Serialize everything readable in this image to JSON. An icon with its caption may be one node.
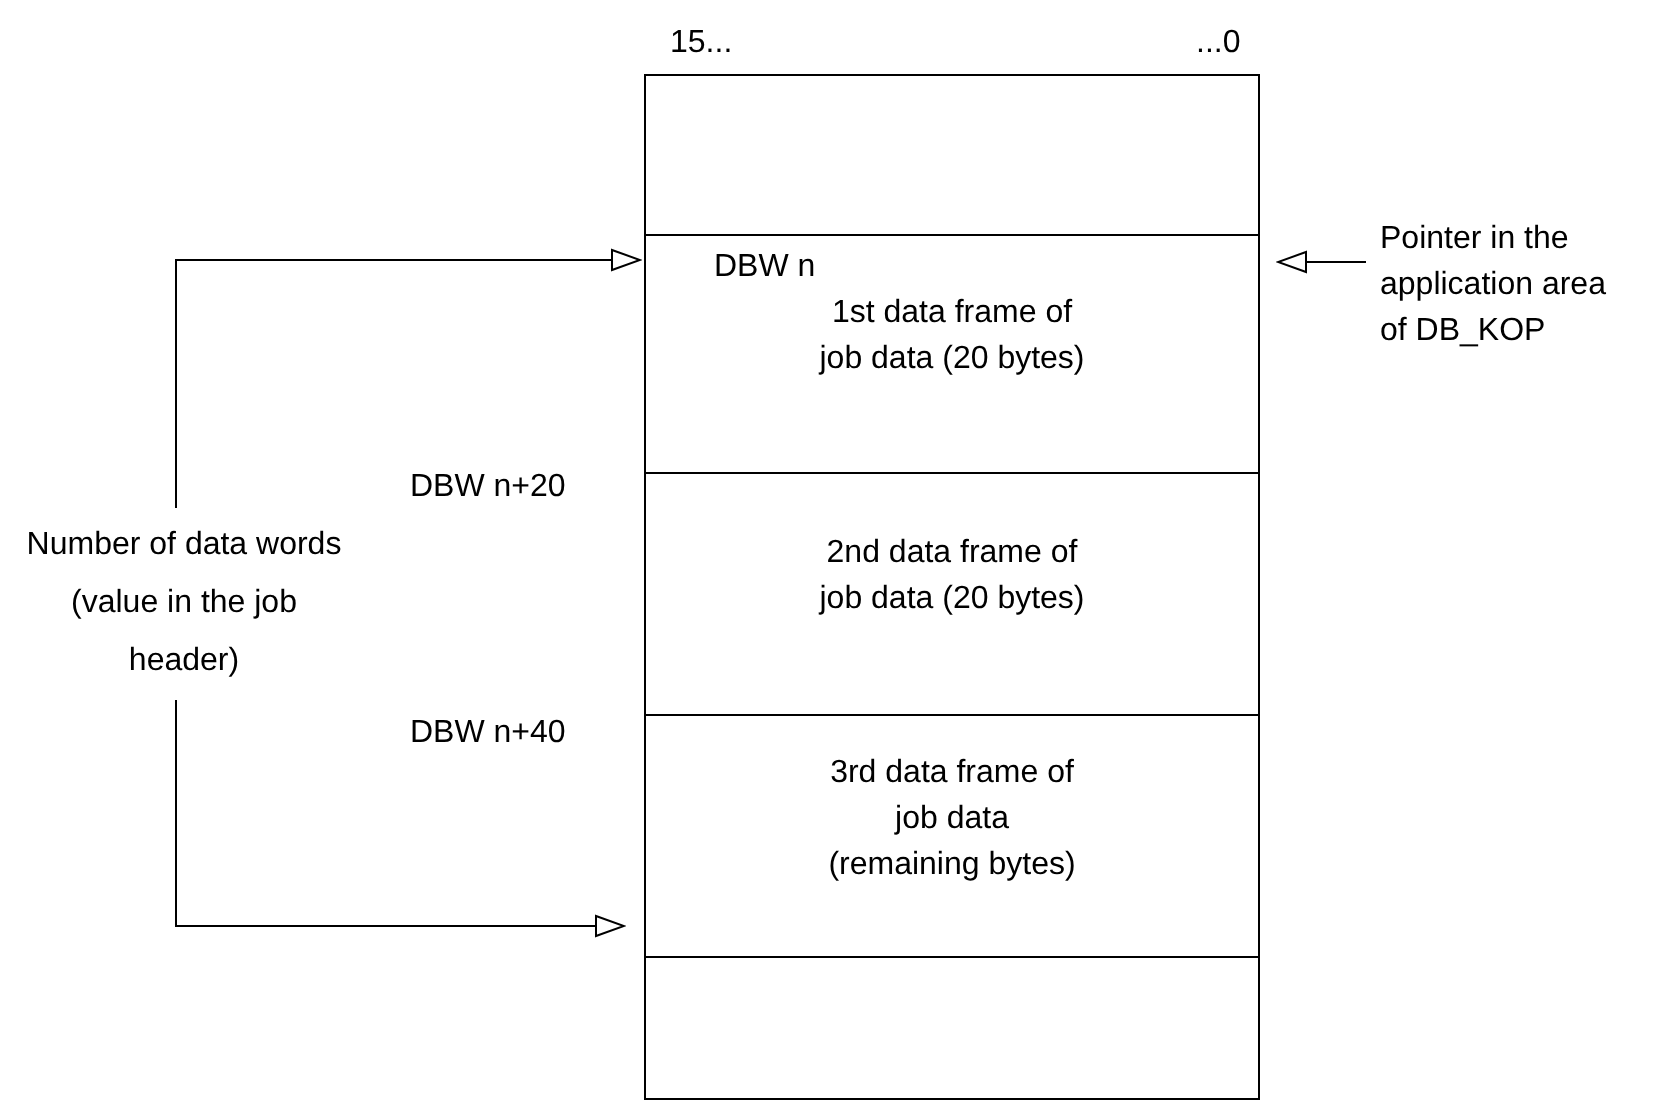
{
  "diagram": {
    "nodes": [
      {
        "text": [],
        "shape": "box",
        "beside": [
          "15...",
          "...0"
        ]
      },
      {
        "text": [
          "1st data frame of job data (20 bytes)"
        ]
      },
      {
        "text": [
          "2nd data frame of job data (20 bytes)"
        ]
      },
      {
        "text": [
          "3rd data frame of job data (remaining bytes)"
        ]
      },
      {
        "text": [],
        "shape": "box"
      },
      {
        "text": [
          "Number of data words (value in the job header)"
        ]
      },
      {
        "text": [
          "Pointer in the application area of DB_KOP"
        ]
      }
    ],
    "edges": [
      {
        "from": 5,
        "to": 1,
        "arrow": "to"
      },
      {
        "from": 5,
        "to": 3,
        "arrow": "to"
      },
      {
        "from": 6,
        "to": 1,
        "arrow": "to"
      }
    ],
    "labels": [
      "DBW n",
      "DBW n+20",
      "DBW n+40"
    ]
  }
}
